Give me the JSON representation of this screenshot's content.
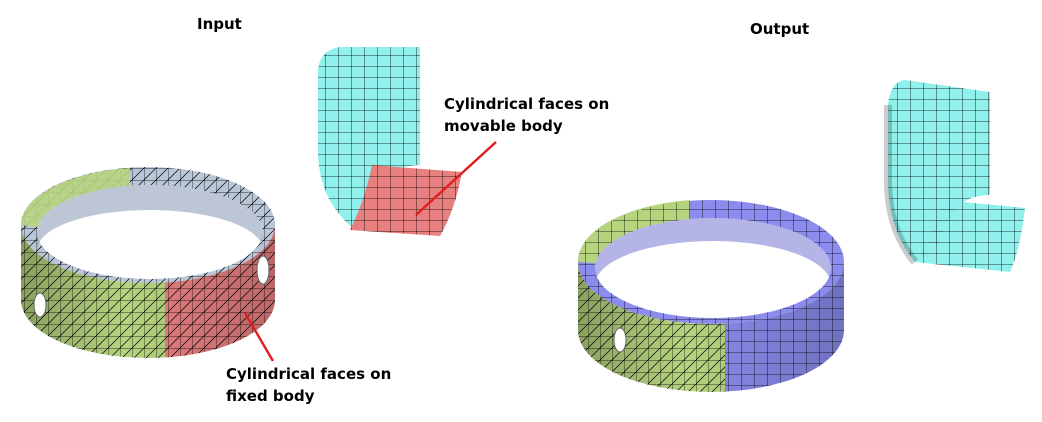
{
  "titles": {
    "input": "Input",
    "output": "Output"
  },
  "annotations": {
    "movable": [
      "Cylindrical faces on",
      "movable body"
    ],
    "fixed": [
      "Cylindrical faces on",
      "fixed body"
    ]
  },
  "colors": {
    "green": "#b6d47e",
    "red": "#e88080",
    "grey_blue": "#b9c6d8",
    "cyan": "#8ff0ec",
    "blue": "#8c8cee",
    "arrow": "#e02020"
  }
}
